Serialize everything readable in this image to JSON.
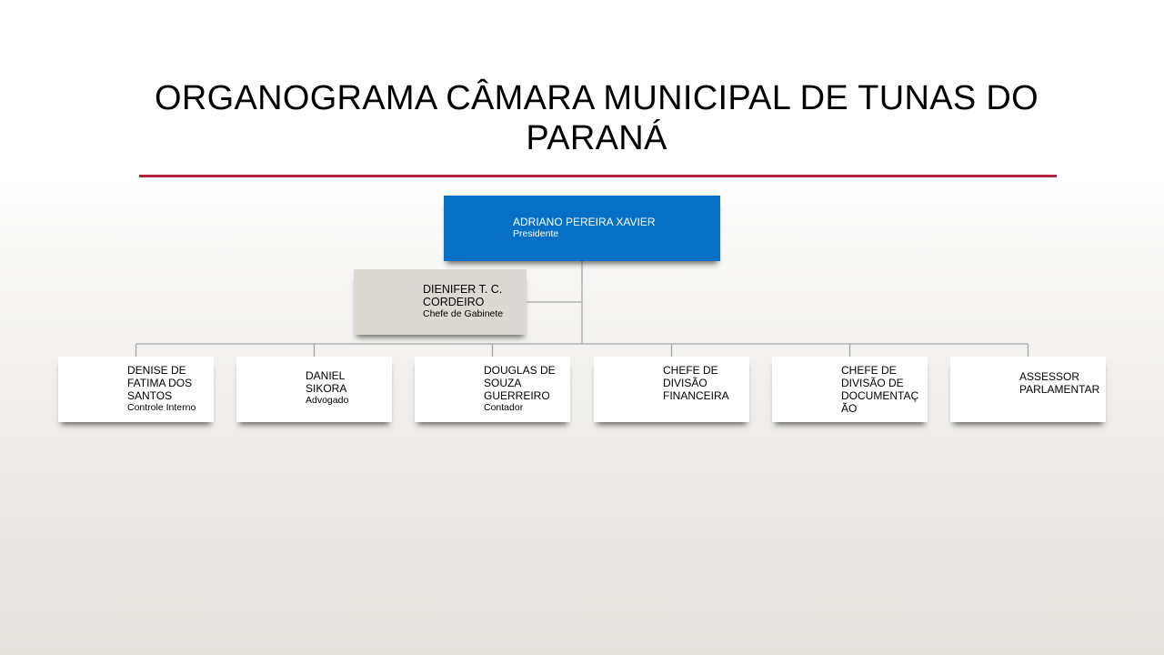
{
  "title": "ORGANOGRAMA CÂMARA MUNICIPAL DE TUNAS DO PARANÁ",
  "colors": {
    "accent_rule": "#b4203f",
    "top_box": "#0870c4",
    "assistant_box": "#dcd9d2",
    "child_box": "#ffffff",
    "connector": "#a6a6a6"
  },
  "top": {
    "name": "ADRIANO PEREIRA XAVIER",
    "role": "Presidente"
  },
  "assistant": {
    "name": "DIENIFER T. C. CORDEIRO",
    "role": "Chefe de Gabinete"
  },
  "children": [
    {
      "name": "DENISE DE FATIMA DOS SANTOS",
      "role": "Controle Interno"
    },
    {
      "name": "DANIEL SIKORA",
      "role": "Advogado"
    },
    {
      "name": "DOUGLAS DE SOUZA GUERREIRO",
      "role": "Contador"
    },
    {
      "name": "CHEFE DE DIVISÃO FINANCEIRA",
      "role": ""
    },
    {
      "name": "CHEFE DE DIVISÃO DE DOCUMENTAÇÃO",
      "role": ""
    },
    {
      "name": "ASSESSOR PARLAMENTAR",
      "role": ""
    }
  ]
}
